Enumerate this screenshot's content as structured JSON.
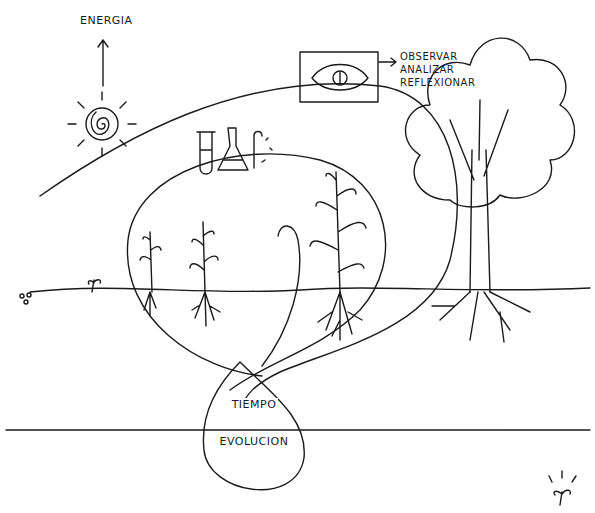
{
  "diagram": {
    "nodes": [
      {
        "text": [
          "TIEMPO",
          "EVOLUCION"
        ]
      }
    ],
    "labels": [
      "ENERGIA",
      "OBSERVAR ANALIZAR REFLEXIONAR"
    ]
  }
}
